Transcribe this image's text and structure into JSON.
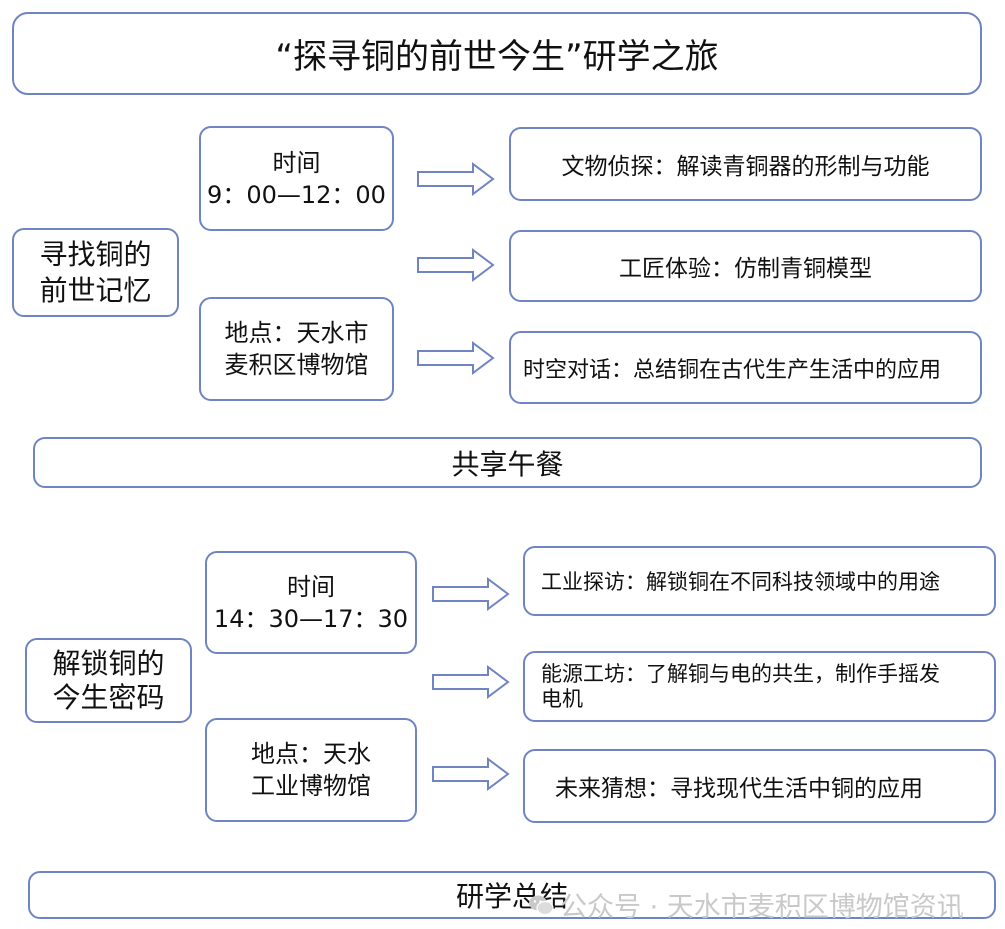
{
  "title": "“探寻铜的前世今生”研学之旅",
  "section1": {
    "theme": [
      "寻找铜的",
      "前世记忆"
    ],
    "time": [
      "时间",
      "9：00—12：00"
    ],
    "place": [
      "地点：天水市",
      "麦积区博物馆"
    ],
    "activities": [
      "文物侦探：解读青铜器的形制与功能",
      "工匠体验：仿制青铜模型",
      "时空对话：总结铜在古代生产生活中的应用"
    ]
  },
  "lunch": "共享午餐",
  "section2": {
    "theme": [
      "解锁铜的",
      "今生密码"
    ],
    "time": [
      "时间",
      "14：30—17：30"
    ],
    "place": [
      "地点：天水",
      "工业博物馆"
    ],
    "activities": [
      "工业探访：解锁铜在不同科技领域中的用途",
      [
        "能源工坊：了解铜与电的共生，制作手摇发",
        "电机"
      ],
      "未来猜想：寻找现代生活中铜的应用"
    ]
  },
  "summary": "研学总结",
  "watermark": "公众号 · 天水市麦积区博物馆资讯",
  "colors": {
    "border": "#6f84c2",
    "arrow": "#6f84c2",
    "watermark": "#c9c9c9"
  }
}
